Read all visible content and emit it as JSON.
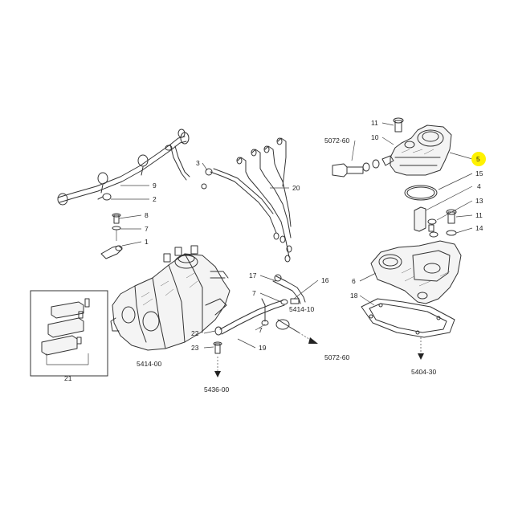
{
  "highlight_color": "#fff200",
  "callouts": [
    {
      "id": "9",
      "text": "9"
    },
    {
      "id": "2",
      "text": "2"
    },
    {
      "id": "8",
      "text": "8"
    },
    {
      "id": "7a",
      "text": "7"
    },
    {
      "id": "1",
      "text": "1"
    },
    {
      "id": "3",
      "text": "3"
    },
    {
      "id": "20",
      "text": "20"
    },
    {
      "id": "17",
      "text": "17"
    },
    {
      "id": "7b",
      "text": "7"
    },
    {
      "id": "16",
      "text": "16"
    },
    {
      "id": "22",
      "text": "22"
    },
    {
      "id": "7c",
      "text": "7"
    },
    {
      "id": "23",
      "text": "23"
    },
    {
      "id": "19",
      "text": "19"
    },
    {
      "id": "21",
      "text": "21"
    },
    {
      "id": "11a",
      "text": "11"
    },
    {
      "id": "10",
      "text": "10"
    },
    {
      "id": "5",
      "text": "5",
      "highlighted": true
    },
    {
      "id": "15",
      "text": "15"
    },
    {
      "id": "4",
      "text": "4"
    },
    {
      "id": "13",
      "text": "13"
    },
    {
      "id": "11b",
      "text": "11"
    },
    {
      "id": "14",
      "text": "14"
    },
    {
      "id": "6",
      "text": "6"
    },
    {
      "id": "18",
      "text": "18"
    }
  ],
  "references": [
    {
      "id": "5072-60-top",
      "text": "5072-60"
    },
    {
      "id": "5414-10",
      "text": "5414-10"
    },
    {
      "id": "5072-60-bottom",
      "text": "5072-60"
    },
    {
      "id": "5414-00",
      "text": "5414-00"
    },
    {
      "id": "5436-00",
      "text": "5436-00"
    },
    {
      "id": "5404-30",
      "text": "5404-30"
    }
  ]
}
